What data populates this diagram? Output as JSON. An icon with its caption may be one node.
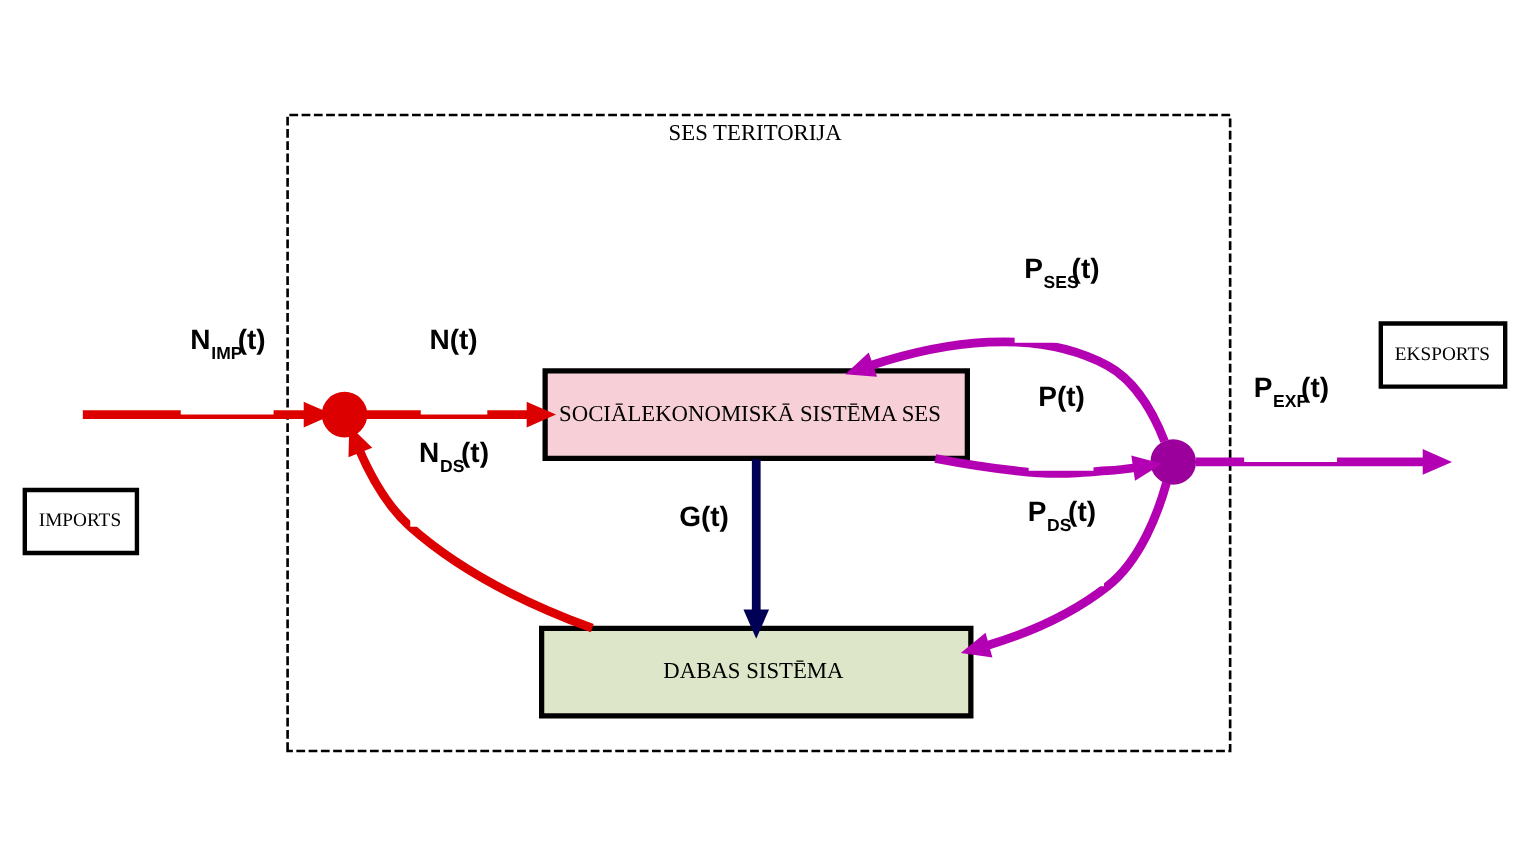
{
  "diagram": {
    "nodes": [
      {
        "text": [
          "SES TERITORIJA"
        ]
      },
      {
        "text": [
          "IMPORTS"
        ]
      },
      {
        "text": [
          "EKSPORTS"
        ]
      },
      {
        "text": [
          "SOCIĀLEKONOMISKĀ SISTĒMA SES"
        ],
        "in": 0
      },
      {
        "text": [
          "DABAS SISTĒMA"
        ],
        "in": 0
      },
      {
        "text": [],
        "shape": "circle",
        "in": 0
      },
      {
        "text": [],
        "shape": "circle",
        "in": 0
      }
    ],
    "edges": [
      {
        "from": null,
        "to": 5,
        "arrow": "to",
        "label": "N$_{IMP}$(t)",
        "color": "#dd0000"
      },
      {
        "from": 5,
        "to": 3,
        "arrow": "to",
        "label": "N(t)",
        "color": "#dd0000"
      },
      {
        "from": 4,
        "to": 5,
        "arrow": "to",
        "label": "N$_{DS}$(t)",
        "color": "#dd0000"
      },
      {
        "from": 3,
        "to": 6,
        "arrow": "to",
        "label": "P(t)",
        "color": "#b300b3"
      },
      {
        "from": 6,
        "to": null,
        "arrow": "to",
        "label": "P$_{EXP}$(t)",
        "color": "#b300b3"
      },
      {
        "from": 6,
        "to": 3,
        "arrow": "to",
        "label": "P$_{SES}$(t)",
        "color": "#b300b3"
      },
      {
        "from": 6,
        "to": 4,
        "arrow": "to",
        "label": "P$_{DS}$(t)",
        "color": "#b300b3"
      },
      {
        "from": 3,
        "to": 4,
        "arrow": "to",
        "label": "G(t)",
        "color": "#000055"
      }
    ]
  }
}
